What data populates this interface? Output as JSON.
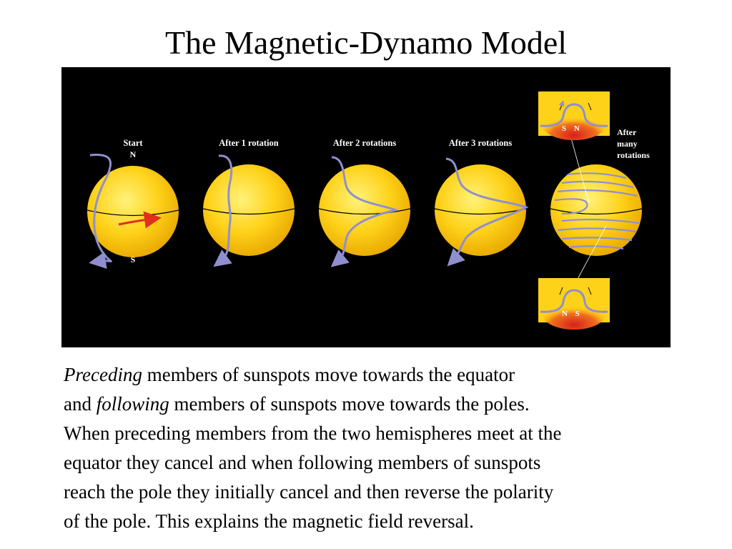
{
  "title": "The Magnetic-Dynamo Model",
  "diagram": {
    "stages": [
      "Start",
      "After 1 rotation",
      "After 2 rotations",
      "After 3 rotations"
    ],
    "after_many": [
      "After",
      "many",
      "rotations"
    ],
    "north_label": "N",
    "south_label": "S",
    "inset_top_letters": "S N",
    "inset_bottom_letters": "N S",
    "colors": {
      "background": "#000000",
      "sun": "#ffd21a",
      "field_line": "#8f8fcf",
      "rotation_arrow": "#e0301a",
      "inset_bg": "#ffd21a"
    }
  },
  "caption": {
    "line1_em": "Preceding",
    "line1_rest": " members of sunspots move towards the equator",
    "line2_start": "and ",
    "line2_em": "following",
    "line2_rest": " members of sunspots move towards the poles.",
    "line3": "When preceding members from the two hemispheres meet at the",
    "line4": "equator they cancel and when following members of sunspots",
    "line5": "reach the pole they initially cancel and then reverse the polarity",
    "line6": "of the pole. This explains the magnetic field reversal."
  }
}
